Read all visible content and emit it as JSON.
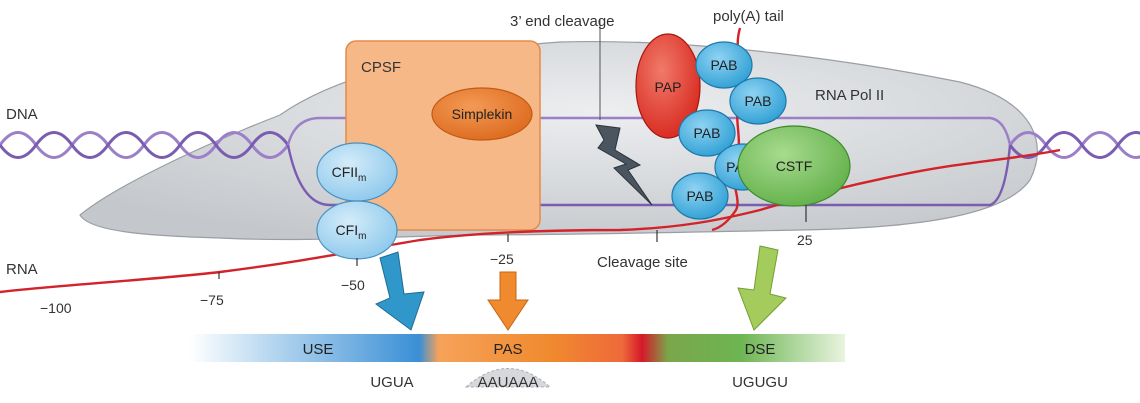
{
  "labels": {
    "dna": "DNA",
    "rna": "RNA",
    "cpsf": "CPSF",
    "simplekin": "Simplekin",
    "end_cleavage": "3’ end cleavage",
    "poly_a_tail": "poly(A) tail",
    "rna_pol_ii": "RNA Pol II",
    "pap": "PAP",
    "pab": "PAB",
    "pab_partial": "PA",
    "cstf": "CSTF",
    "cfii_main": "CFII",
    "cfii_sub": "m",
    "cfi_main": "CFI",
    "cfi_sub": "m",
    "cleavage_site": "Cleavage site"
  },
  "positions": {
    "minus100": "−100",
    "minus75": "−75",
    "minus50": "−50",
    "minus25": "−25",
    "plus25": "25"
  },
  "elements_bar": {
    "use": "USE",
    "pas": "PAS",
    "dse": "DSE"
  },
  "motifs": {
    "use": "UGUA",
    "pas": "AAUAAA",
    "dse": "UGUGU"
  },
  "colors": {
    "rna_line": "#d2232a",
    "dna_helix": "#9b7fc8",
    "cpsf_box": "#f6b887",
    "simplekin": "#e8782b",
    "pap": "#e23b2e",
    "pab": "#3fb3e6",
    "cstf": "#7fc46a",
    "cf_factors": "#a9d8f2",
    "pol_ii_body": "#d4d6da",
    "use_arrow": "#2f97c9",
    "pas_arrow": "#f08a2e",
    "dse_arrow": "#a4cc5c",
    "bolt": "#4a5560"
  }
}
